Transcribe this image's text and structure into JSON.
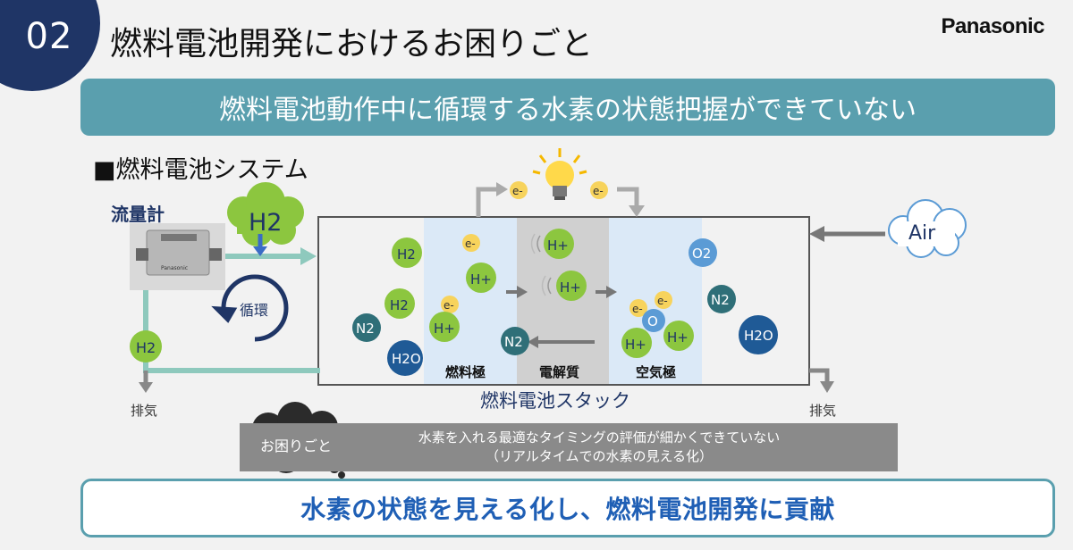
{
  "header": {
    "number": "02",
    "title": "燃料電池開発におけるお困りごと",
    "brand": "Panasonic"
  },
  "banner": "燃料電池動作中に循環する水素の状態把握ができていない",
  "section_title": "■燃料電池システム",
  "diagram": {
    "flowmeter_label": "流量計",
    "h2_cloud": "H2",
    "air_cloud": "Air",
    "recirculation_label": "循環",
    "h2_loop": "H2",
    "exhaust_left": "排気",
    "exhaust_right": "排気",
    "stack_label": "燃料電池スタック",
    "zones": {
      "anode": "燃料極",
      "electrolyte": "電解質",
      "cathode": "空気極"
    },
    "molecules": {
      "h2": "H2",
      "h2o": "H2O",
      "n2": "N2",
      "o2": "O2",
      "hplus": "H+",
      "eminus": "e-",
      "o": "O"
    }
  },
  "issue": {
    "label": "お困りごと",
    "line1": "水素を入れる最適なタイミングの評価が細かくできていない",
    "line2": "（リアルタイムでの水素の見える化）"
  },
  "conclusion": "水素の状態を見える化し、燃料電池開発に貢献",
  "colors": {
    "navy": "#1f3566",
    "teal": "#5a9fae",
    "green": "#8cc63f",
    "blue_bubble": "#5b9bd5",
    "dark_blue": "#1f5a96",
    "dark_teal": "#2f6f78",
    "yellow": "#f7d35c",
    "pipe": "#8ec9bd"
  }
}
